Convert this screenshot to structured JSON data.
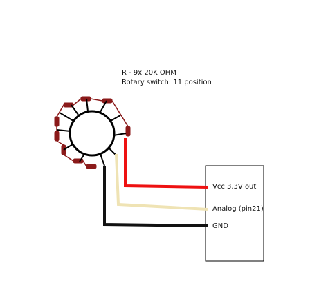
{
  "diagram": {
    "notes": {
      "resistor": "R - 9x 20K OHM",
      "switch": "Rotary switch: 11 position"
    },
    "pins": {
      "vcc": "Vcc 3.3V out",
      "analog": "Analog (pin21)",
      "gnd": "GND"
    },
    "colors": {
      "vcc_wire": "#ee1111",
      "analog_wire": "#efe3b4",
      "gnd_wire": "#111111",
      "resistor": "#8b1a1a",
      "outline": "#000000"
    }
  }
}
